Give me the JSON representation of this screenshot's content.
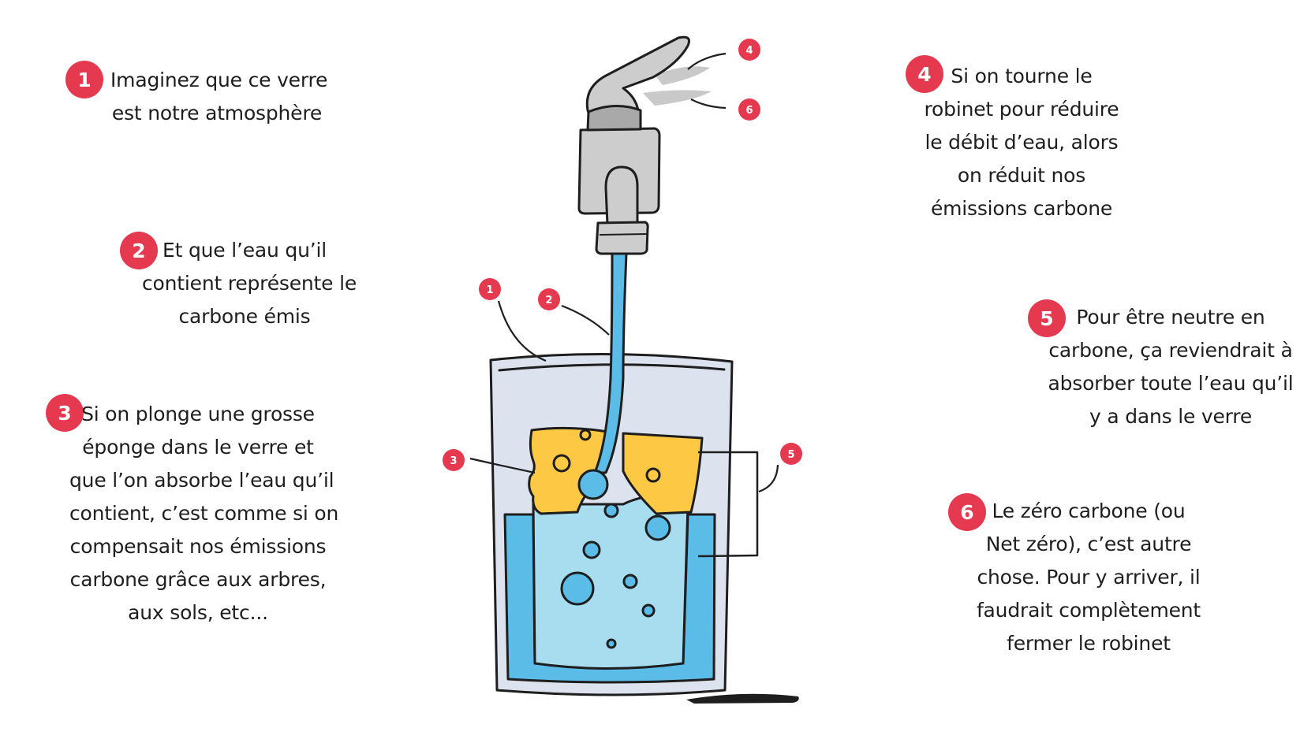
{
  "colors": {
    "badge": "#e53950",
    "water": "#a8dcef",
    "water_dark": "#5bbce8",
    "sponge": "#fdc844",
    "glass": "#dde3ee",
    "faucet": "#cdcdcd",
    "outline": "#1e1e1e"
  },
  "notes": [
    {
      "number": "1",
      "lines": [
        "Imaginez que ce verre",
        "est notre atmosphère"
      ]
    },
    {
      "number": "2",
      "lines": [
        "Et que l’eau qu’il",
        "contient représente le",
        "carbone émis"
      ]
    },
    {
      "number": "3",
      "lines": [
        "Si on plonge une grosse",
        "éponge dans le verre et",
        "que l’on absorbe l’eau qu’il",
        "contient, c’est comme si on",
        "compensait nos émissions",
        "carbone grâce aux arbres,",
        "aux sols, etc..."
      ]
    },
    {
      "number": "4",
      "lines": [
        "Si on tourne le",
        "robinet pour réduire",
        "le débit d’eau, alors",
        "on réduit nos",
        "émissions carbone"
      ]
    },
    {
      "number": "5",
      "lines": [
        "Pour être neutre en",
        "carbone, ça reviendrait à",
        "absorber toute l’eau qu’il",
        "y a dans le verre"
      ]
    },
    {
      "number": "6",
      "lines": [
        "Le zéro carbone (ou",
        "Net zéro), c’est autre",
        "chose. Pour y arriver, il",
        "faudrait complètement",
        "fermer le robinet"
      ]
    }
  ],
  "diagram_markers": [
    "1",
    "2",
    "3",
    "4",
    "5",
    "6"
  ]
}
